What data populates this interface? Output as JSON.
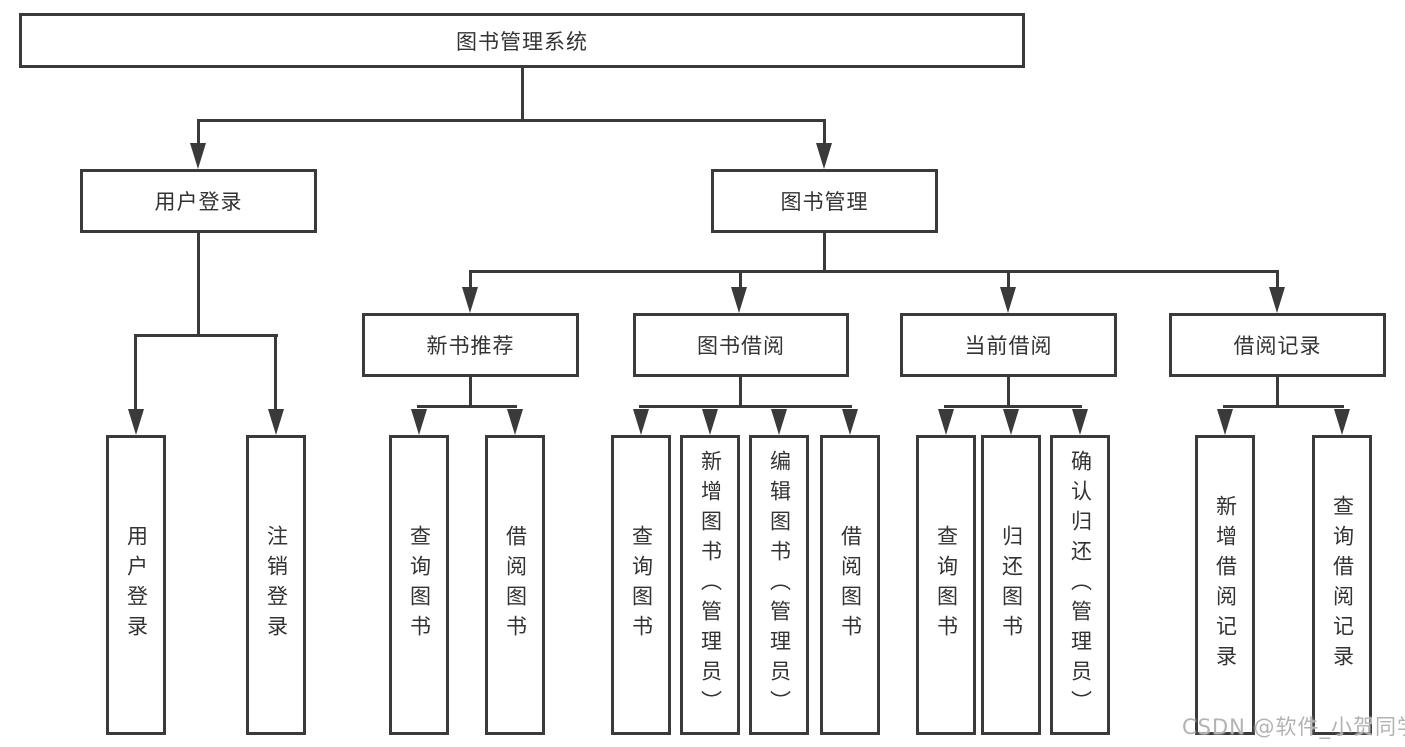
{
  "diagram": {
    "root": {
      "label": "图书管理系统"
    },
    "login_branch": {
      "label": "用户登录",
      "leaves": [
        {
          "label": "用户登录"
        },
        {
          "label": "注销登录"
        }
      ]
    },
    "mgmt_branch": {
      "label": "图书管理",
      "modules": [
        {
          "label": "新书推荐",
          "leaves": [
            {
              "label": "查询图书"
            },
            {
              "label": "借阅图书"
            }
          ]
        },
        {
          "label": "图书借阅",
          "leaves": [
            {
              "label": "查询图书"
            },
            {
              "label": "新增图书（管理员）"
            },
            {
              "label": "编辑图书（管理员）"
            },
            {
              "label": "借阅图书"
            }
          ]
        },
        {
          "label": "当前借阅",
          "leaves": [
            {
              "label": "查询图书"
            },
            {
              "label": "归还图书"
            },
            {
              "label": "确认归还（管理员）"
            }
          ]
        },
        {
          "label": "借阅记录",
          "leaves": [
            {
              "label": "新增借阅记录"
            },
            {
              "label": "查询借阅记录"
            }
          ]
        }
      ]
    }
  },
  "watermark": {
    "text": "CSDN @软件_小贺同学"
  },
  "colors": {
    "line": "#3a3a3a",
    "text": "#333333",
    "watermark": "#b3b3b3",
    "background": "#ffffff"
  }
}
